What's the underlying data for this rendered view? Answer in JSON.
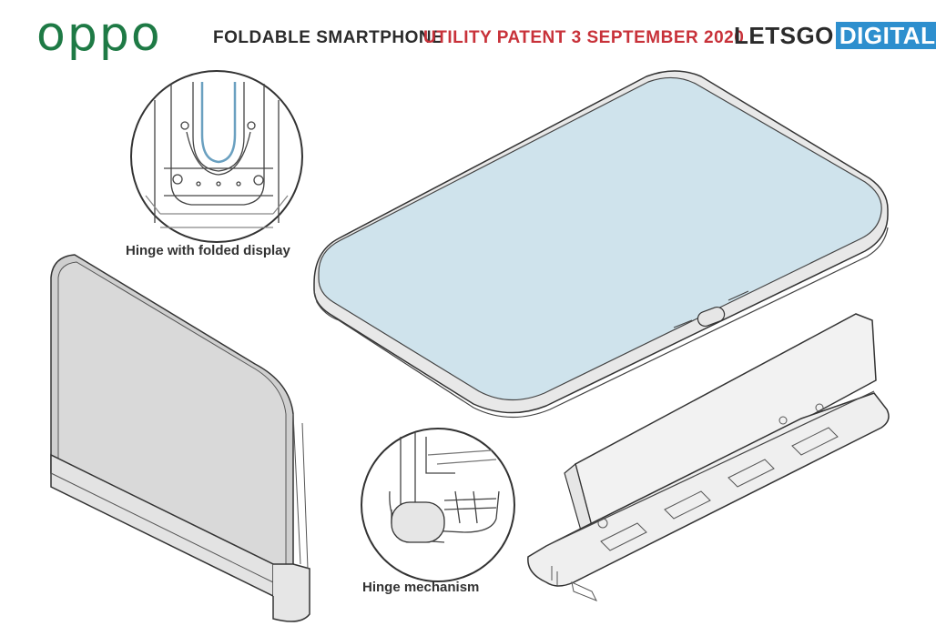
{
  "header": {
    "brand_logo": "oppo",
    "title_prefix": "FOLDABLE SMARTPHONE",
    "title_highlight": "UTILITY PATENT 3 SEPTEMBER 2020",
    "source_part1": "LETSGO",
    "source_part2": "DIGITAL"
  },
  "captions": {
    "hinge_folded": "Hinge with folded display",
    "hinge_mechanism": "Hinge mechanism"
  },
  "colors": {
    "oppo_green": "#1e7a45",
    "highlight_red": "#c8323a",
    "brand_blue": "#2e8fce",
    "screen_blue": "#cfe3ec",
    "body_grey": "#d9d9d9"
  }
}
